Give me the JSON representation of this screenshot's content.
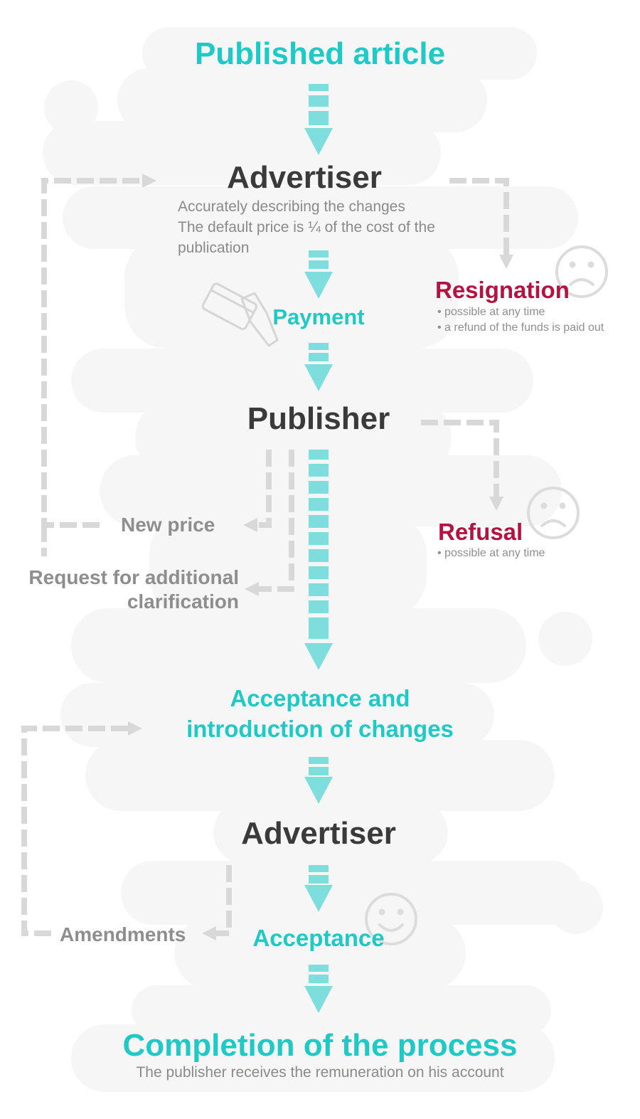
{
  "title": "Published article",
  "advertiser_1": {
    "label": "Advertiser",
    "desc_line1": "Accurately describing the changes",
    "desc_line2": "The default price is ¼ of the cost of the",
    "desc_line3": "publication"
  },
  "payment": "Payment",
  "resignation": {
    "label": "Resignation",
    "note1": "• possible at any time",
    "note2": "• a refund of the funds is paid out"
  },
  "publisher": "Publisher",
  "refusal": {
    "label": "Refusal",
    "note1": "• possible at any time"
  },
  "new_price": "New price",
  "request": {
    "line1": "Request for additional",
    "line2": "clarification"
  },
  "acceptance_changes": {
    "line1": "Acceptance and",
    "line2": "introduction of changes"
  },
  "advertiser_2": "Advertiser",
  "amendments": "Amendments",
  "acceptance": "Acceptance",
  "completion": {
    "title": "Completion of the process",
    "subtitle": "The publisher receives the remuneration on his account"
  },
  "colors": {
    "teal": "#1fc9c6",
    "arrow": "#7ddedd",
    "dark": "#3a3a3a",
    "red": "#b6123f",
    "dashed": "#d8d8d8",
    "blob": "#f6f6f6"
  },
  "icons": [
    "credit-card-hand-icon",
    "sad-face-icon",
    "smiley-face-icon"
  ]
}
